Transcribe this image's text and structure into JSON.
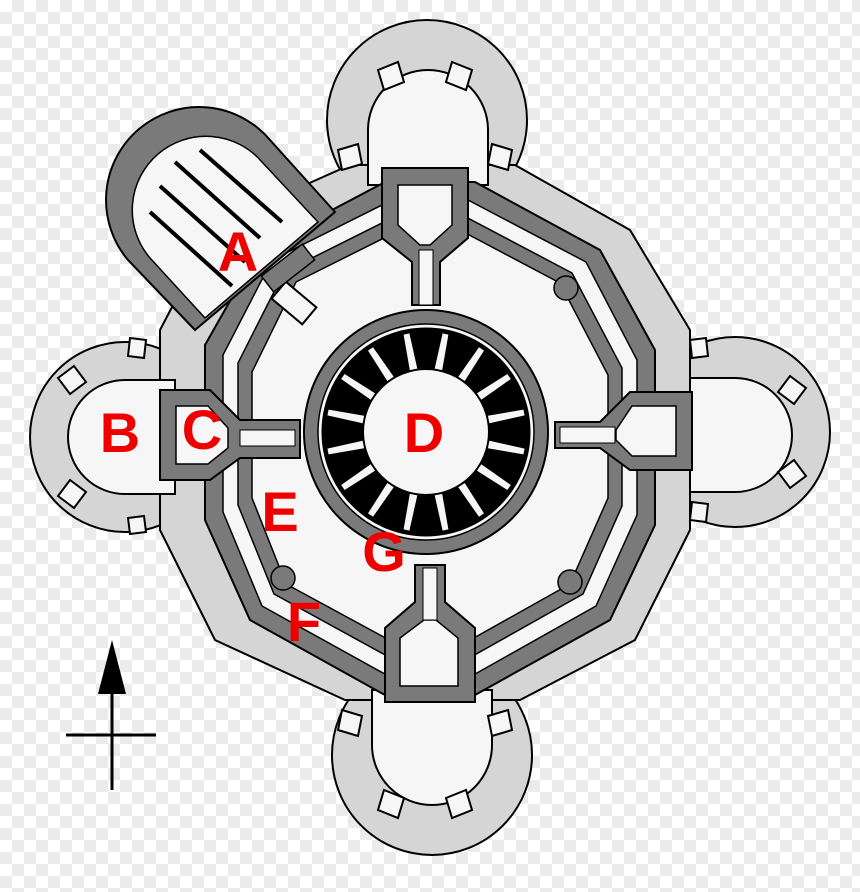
{
  "colors": {
    "outer_ring": "#d5d5d5",
    "wall": "#7a7a7a",
    "floor": "#f6f6f6",
    "dark": "#000000",
    "label": "#ee0000"
  },
  "labels": {
    "a": "A",
    "b": "B",
    "c": "C",
    "d": "D",
    "e": "E",
    "f": "F",
    "g": "G"
  },
  "compass": {
    "icon": "north-arrow-icon"
  }
}
